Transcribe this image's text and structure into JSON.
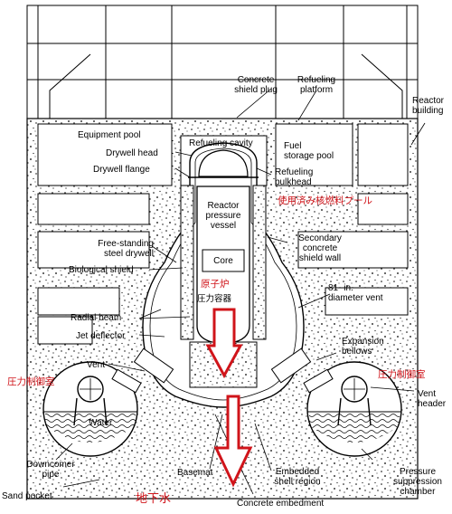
{
  "labels": {
    "concrete_shield_plug": "Concrete\nshield plug",
    "refueling_platform": "Refueling\nplatform",
    "reactor_building": "Reactor\nbuilding",
    "equipment_pool": "Equipment pool",
    "refueling_cavity": "Refueling cavity",
    "fuel_storage_pool": "Fuel\nstorage pool",
    "drywell_head": "Drywell head",
    "drywell_flange": "Drywell flange",
    "refueling_bulkhead": "Refueling\nbulkhead",
    "reactor_pressure_vessel": "Reactor\npressure\nvessel",
    "free_standing_drywell": "Free-standing\nsteel drywell",
    "secondary_shield_wall": "Secondary\nconcrete\nshield wall",
    "biological_shield": "Biological shield",
    "core": "Core",
    "radial_beam": "Radial beam",
    "diameter_vent": "81- in.\ndiameter vent",
    "jet_deflector": "Jet deflector",
    "expansion_bellows": "Expansion\nbellows",
    "vent_left": "Vent",
    "vent_header": "Vent\nheader",
    "water": "Water",
    "downcomer_pipe": "Downcomer\npipe",
    "basemat": "Basemat",
    "embedded_shell_region": "Embedded\nshell region",
    "pressure_suppression_chamber": "Pressure\nsuppression\nchamber",
    "sand_pocket": "Sand pocket",
    "concrete_embedment": "Concrete embedment"
  },
  "japanese": {
    "spent_fuel_pool": "使用済み核燃料プール",
    "reactor": "原子炉",
    "pressure_vessel": "圧力容器",
    "suppression_left": "圧力制御室",
    "suppression_right": "圧力制御室",
    "groundwater": "地下水"
  },
  "colors": {
    "line": "#000000",
    "annotation_red": "#d0141a",
    "fill_white": "#ffffff"
  }
}
